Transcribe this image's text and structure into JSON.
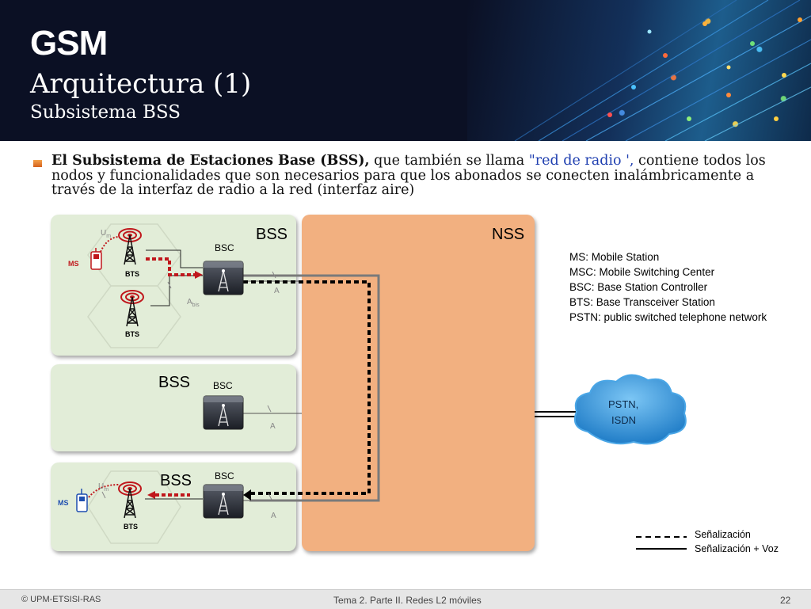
{
  "header": {
    "title": "GSM",
    "subtitle": "Arquitectura (1)",
    "section": "Subsistema BSS"
  },
  "paragraph": {
    "bold_term": "El Subsistema de Estaciones Base (BSS),",
    "text_1": " que también se llama ",
    "highlight": "\"red de radio ',",
    "text_2": " contiene todos los nodos y funcionalidades que son necesarios para que los abonados se conecten inalámbricamente a través de la interfaz de radio a la red (interfaz aire)"
  },
  "diagram": {
    "bss_label": "BSS",
    "nss_label": "NSS",
    "bsc_label": "BSC",
    "bts_label": "BTS",
    "ms_label": "MS",
    "um_label": "U",
    "um_sub": "m",
    "abis_label": "A",
    "abis_sub": "bis",
    "a_label": "A",
    "pstn_line1": "PSTN,",
    "pstn_line2": "ISDN"
  },
  "legend": {
    "items": [
      "MS: Mobile Station",
      "MSC: Mobile Switching Center",
      "BSC: Base Station Controller",
      "BTS: Base Transceiver Station",
      "PSTN: public switched telephone network"
    ],
    "signal": "Señalización",
    "signal_voice": "Señalización + Voz"
  },
  "colors": {
    "header_bg": "#0b1024",
    "panel_bg": "#e2edd8",
    "nss_bg": "#f2b080",
    "signal_red": "#c0171c",
    "cloud_blue": "#2a8fd6"
  },
  "footer": {
    "left": "© UPM-ETSISI-RAS",
    "center": "Tema 2. Parte II. Redes L2 móviles",
    "page": "22"
  }
}
